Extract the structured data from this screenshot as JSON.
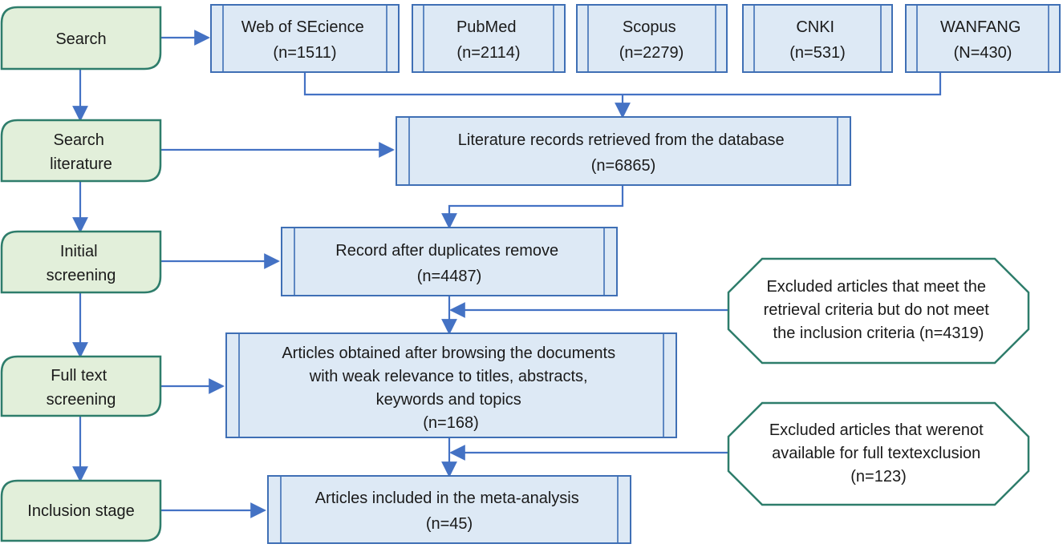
{
  "stages": [
    {
      "id": "search",
      "lines": [
        "Search"
      ]
    },
    {
      "id": "search-literature",
      "lines": [
        "Search",
        "literature"
      ]
    },
    {
      "id": "initial-screening",
      "lines": [
        "Initial",
        "screening"
      ]
    },
    {
      "id": "full-text-screening",
      "lines": [
        "Full text",
        "screening"
      ]
    },
    {
      "id": "inclusion-stage",
      "lines": [
        "Inclusion stage"
      ]
    }
  ],
  "databases": [
    {
      "id": "web-of-science",
      "lines": [
        "Web of SEcience",
        "(n=1511)"
      ]
    },
    {
      "id": "pubmed",
      "lines": [
        "PubMed",
        "(n=2114)"
      ]
    },
    {
      "id": "scopus",
      "lines": [
        "Scopus",
        "(n=2279)"
      ]
    },
    {
      "id": "cnki",
      "lines": [
        "CNKI",
        "(n=531)"
      ]
    },
    {
      "id": "wanfang",
      "lines": [
        "WANFANG",
        "(N=430)"
      ]
    }
  ],
  "process": [
    {
      "id": "records-retrieved",
      "lines": [
        "Literature records retrieved from the database",
        "(n=6865)"
      ]
    },
    {
      "id": "after-duplicates",
      "lines": [
        "Record after duplicates remove",
        "(n=4487)"
      ]
    },
    {
      "id": "after-browsing",
      "lines": [
        "Articles obtained after browsing the documents",
        "with weak relevance to titles, abstracts,",
        "keywords and topics",
        "(n=168)"
      ]
    },
    {
      "id": "included",
      "lines": [
        "Articles included in the meta-analysis",
        "(n=45)"
      ]
    }
  ],
  "exclusions": [
    {
      "id": "excluded-criteria",
      "lines": [
        "Excluded articles that meet the",
        "retrieval criteria but do not meet",
        "the inclusion criteria (n=4319)"
      ]
    },
    {
      "id": "excluded-fulltext",
      "lines": [
        "Excluded articles that werenot",
        "available for full textexclusion",
        "(n=123)"
      ]
    }
  ],
  "colors": {
    "stage_fill": "#e2efda",
    "stage_stroke": "#2e7d6b",
    "process_fill": "#dde9f5",
    "process_stroke": "#3f6fb5",
    "exclusion_fill": "#ffffff",
    "exclusion_stroke": "#2e7d6b",
    "arrow": "#4472c4",
    "text": "#1a1a1a"
  }
}
